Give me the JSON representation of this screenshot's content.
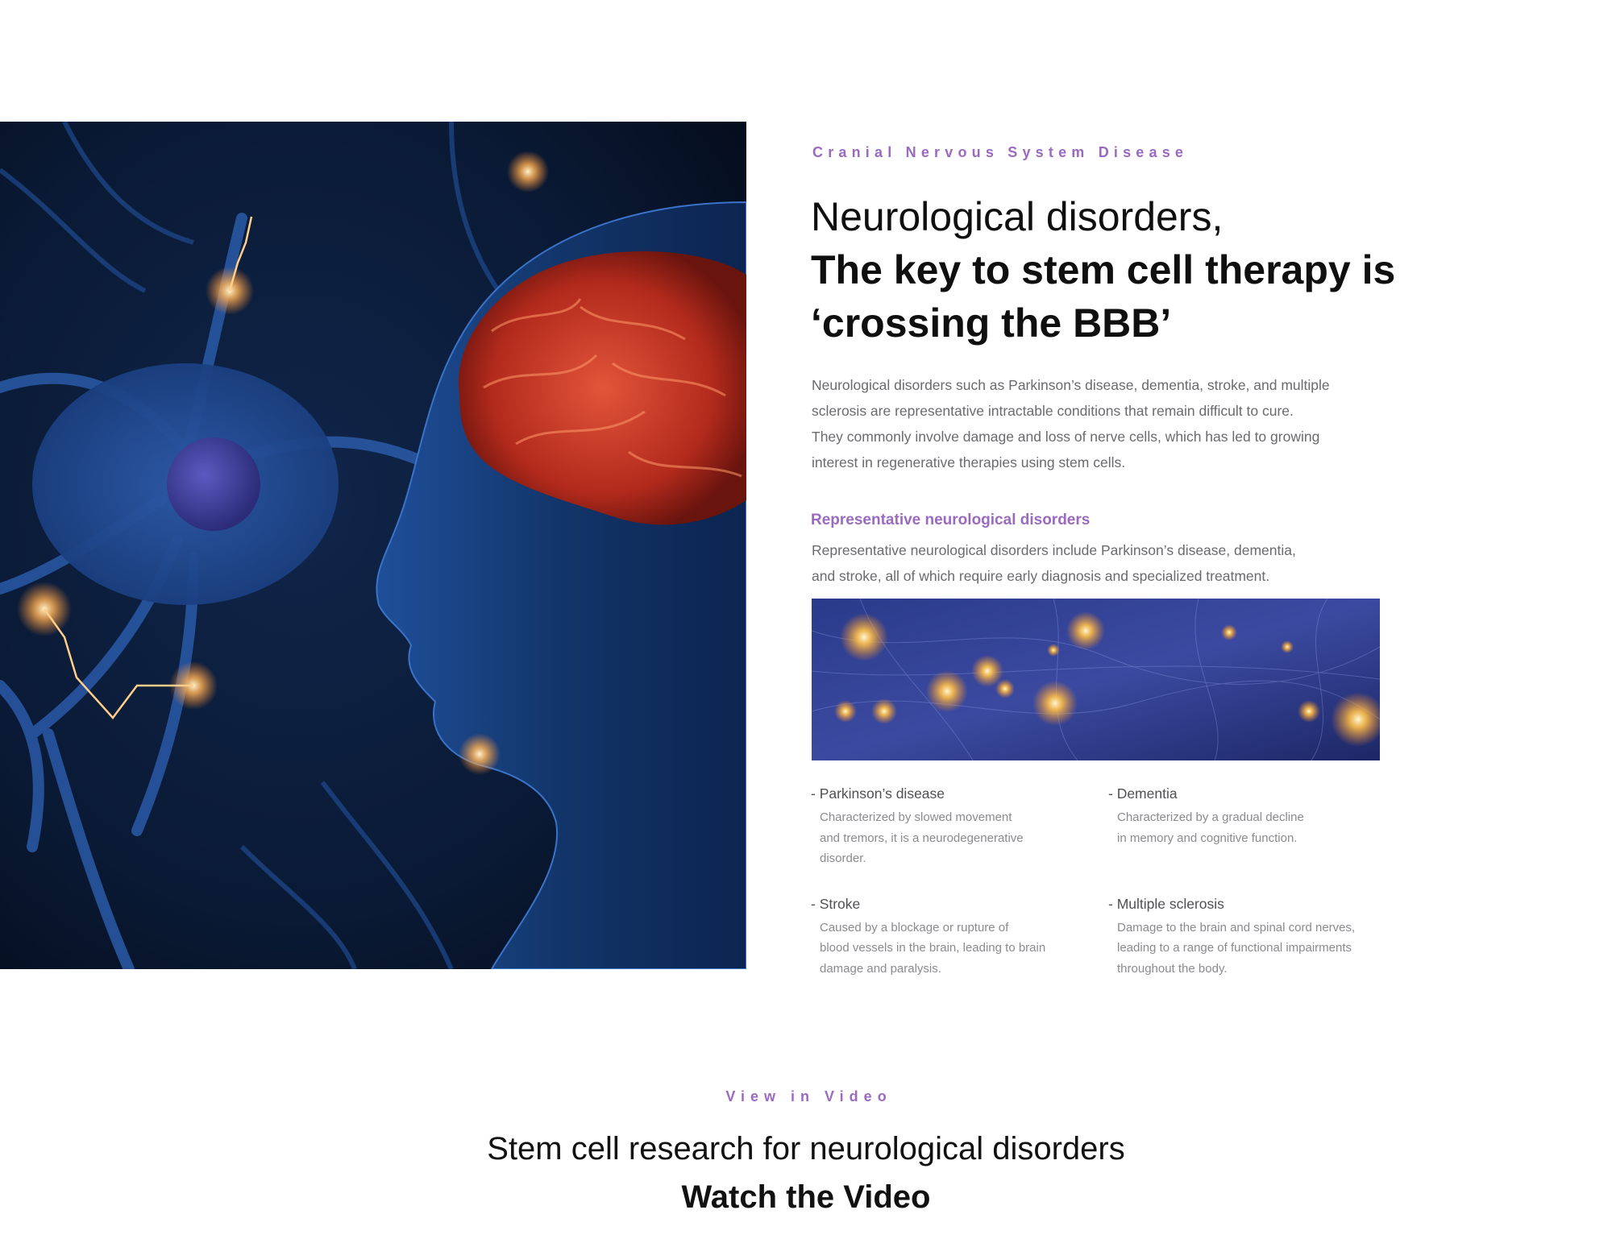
{
  "hero": {
    "image_alt": "neuron-and-human-head-illustration"
  },
  "content": {
    "eyebrow": "Cranial Nervous System Disease",
    "headline_line1": "Neurological disorders,",
    "headline_line2": "The key to stem cell therapy is",
    "headline_line3": "‘crossing the BBB’",
    "intro_lines": [
      "Neurological disorders such as Parkinson’s disease, dementia, stroke, and multiple",
      "sclerosis are representative intractable conditions that remain difficult to cure.",
      "They commonly involve damage and loss of nerve cells, which has led to growing",
      "interest in regenerative therapies using stem cells."
    ],
    "section_title": "Representative neurological disorders",
    "section_text_lines": [
      "Representative neurological disorders include Parkinson’s disease, dementia,",
      "and stroke, all of which require early diagnosis and specialized treatment."
    ],
    "banner_alt": "glowing-neurons-network-image",
    "disorders": [
      {
        "name": "- Parkinson’s disease",
        "desc_lines": [
          "Characterized by slowed movement",
          "and tremors, it is a neurodegenerative",
          "disorder."
        ]
      },
      {
        "name": "- Dementia",
        "desc_lines": [
          "Characterized by a gradual decline",
          "in memory and cognitive function."
        ]
      },
      {
        "name": "- Stroke",
        "desc_lines": [
          "Caused by a blockage or rupture of",
          "blood vessels in the brain, leading to brain",
          "damage and paralysis."
        ]
      },
      {
        "name": "- Multiple sclerosis",
        "desc_lines": [
          "Damage to the brain and spinal cord nerves,",
          "leading to a range of functional impairments",
          "throughout the body."
        ]
      }
    ]
  },
  "video": {
    "eyebrow": "View in Video",
    "title": "Stem cell research for neurological disorders",
    "cta": "Watch the Video"
  },
  "colors": {
    "accent": "#9b6ac0",
    "heading": "#0f0f10",
    "body_text": "#6a6a6f",
    "muted_text": "#8a8a90"
  }
}
